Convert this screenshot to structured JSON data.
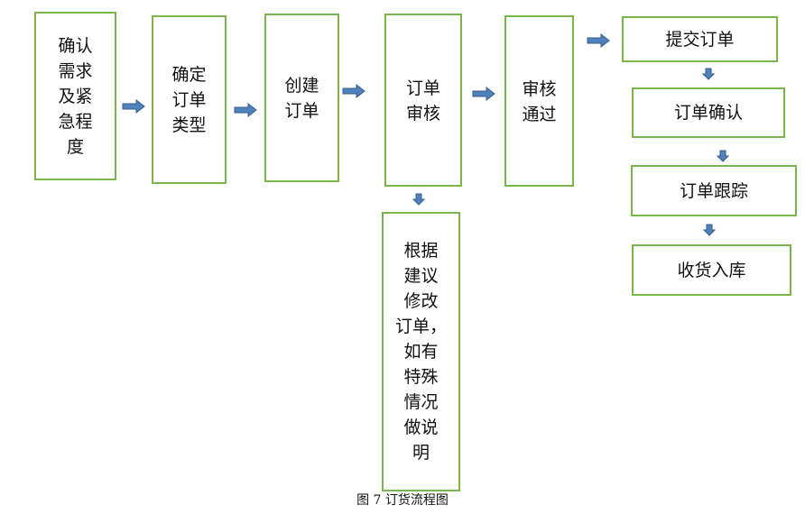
{
  "diagram": {
    "steps": {
      "confirm_need": "确认\n需求\n及紧\n急程\n度",
      "order_type": "确定\n订单\n类型",
      "create_order": "创建\n订单",
      "order_review": "订单\n审核",
      "review_pass": "审核\n通过",
      "revise_order": "根据\n建议\n修改\n订单，\n如有\n特殊\n情况\n做说\n明",
      "submit_order": "提交订单",
      "order_confirm": "订单确认",
      "order_track": "订单跟踪",
      "receive_goods": "收货入库"
    },
    "caption": "图 7  订货流程图"
  },
  "colors": {
    "box_border": "#7ab648",
    "arrow_fill": "#4f81bd",
    "arrow_stroke": "#385d8a"
  }
}
